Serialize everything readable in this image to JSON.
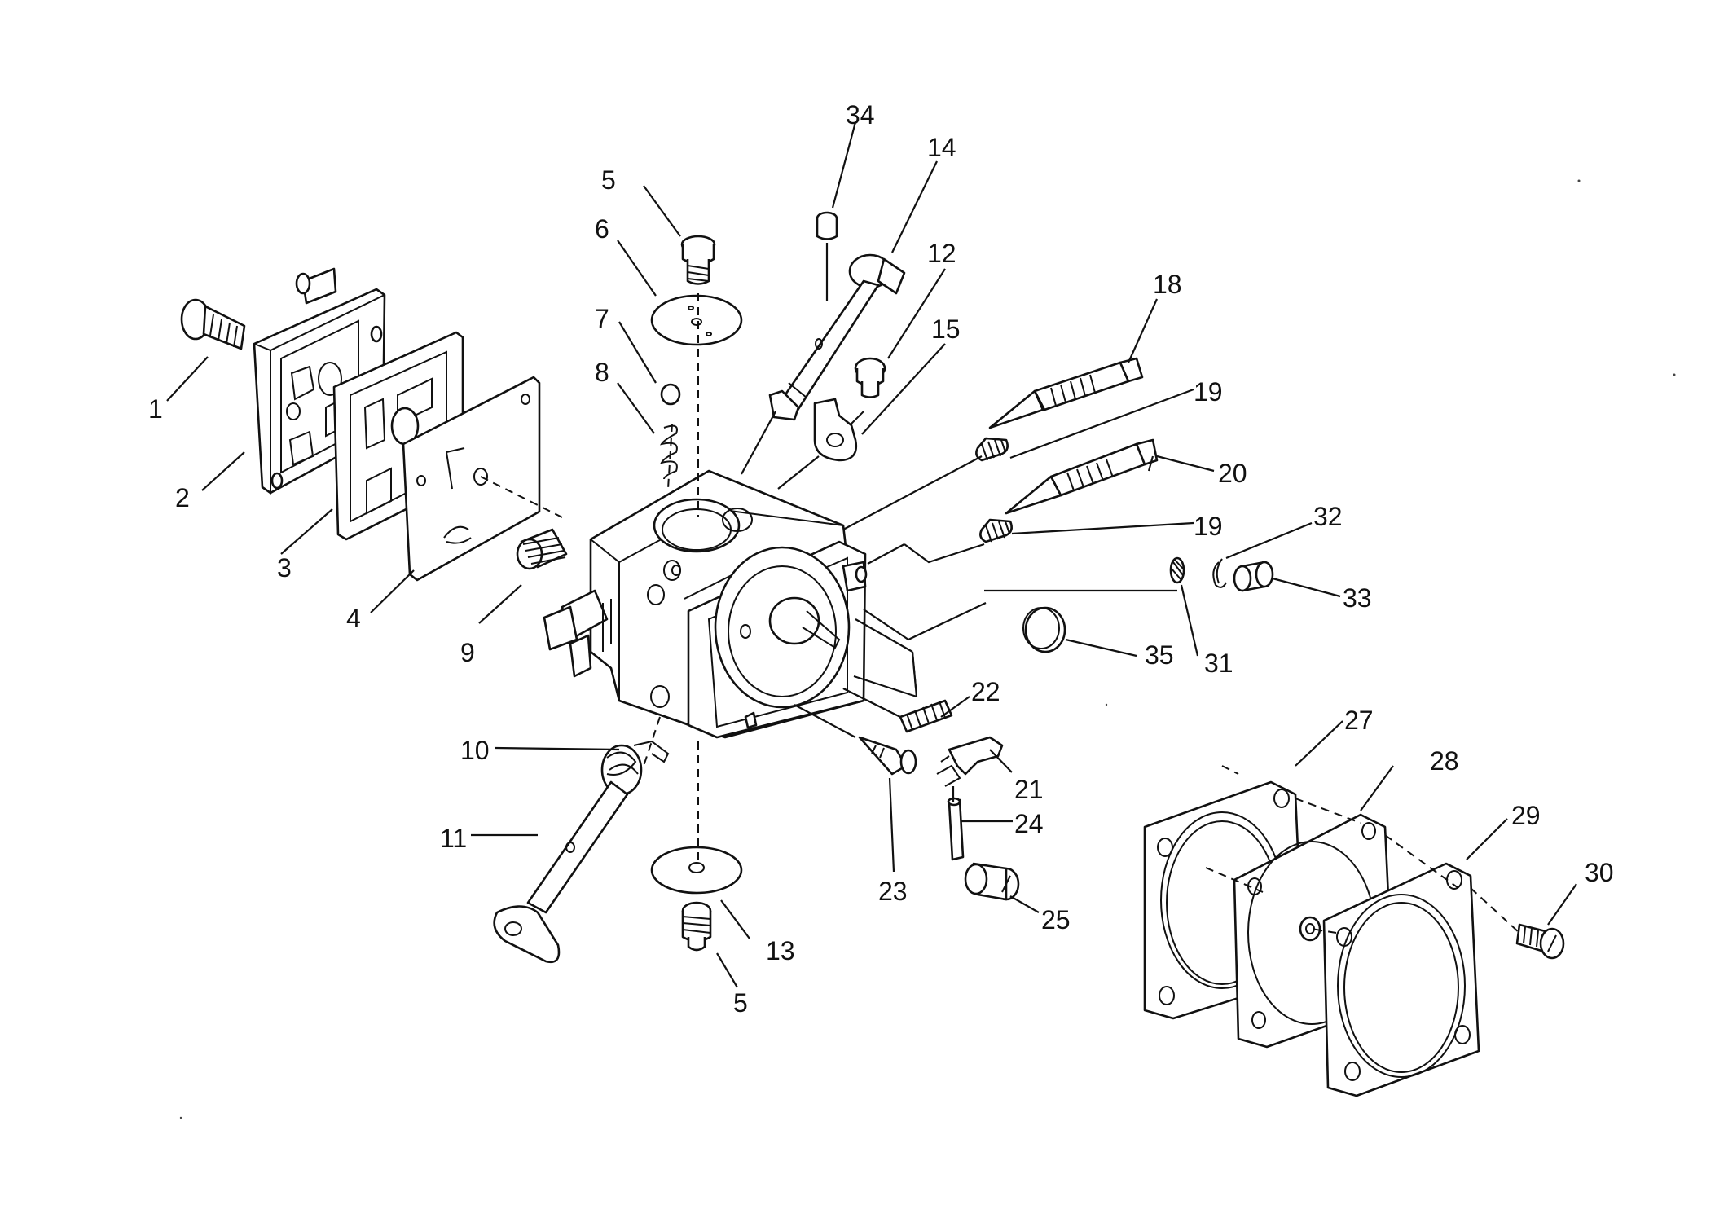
{
  "labels": {
    "l1": "1",
    "l2": "2",
    "l3": "3",
    "l4": "4",
    "l5a": "5",
    "l5b": "5",
    "l6": "6",
    "l7": "7",
    "l8": "8",
    "l9": "9",
    "l10": "10",
    "l11": "11",
    "l12": "12",
    "l13": "13",
    "l14": "14",
    "l15": "15",
    "l18": "18",
    "l19a": "19",
    "l19b": "19",
    "l20": "20",
    "l21": "21",
    "l22": "22",
    "l23": "23",
    "l24": "24",
    "l25": "25",
    "l27": "27",
    "l28": "28",
    "l29": "29",
    "l30": "30",
    "l31": "31",
    "l32": "32",
    "l33": "33",
    "l34": "34",
    "l35": "35"
  }
}
